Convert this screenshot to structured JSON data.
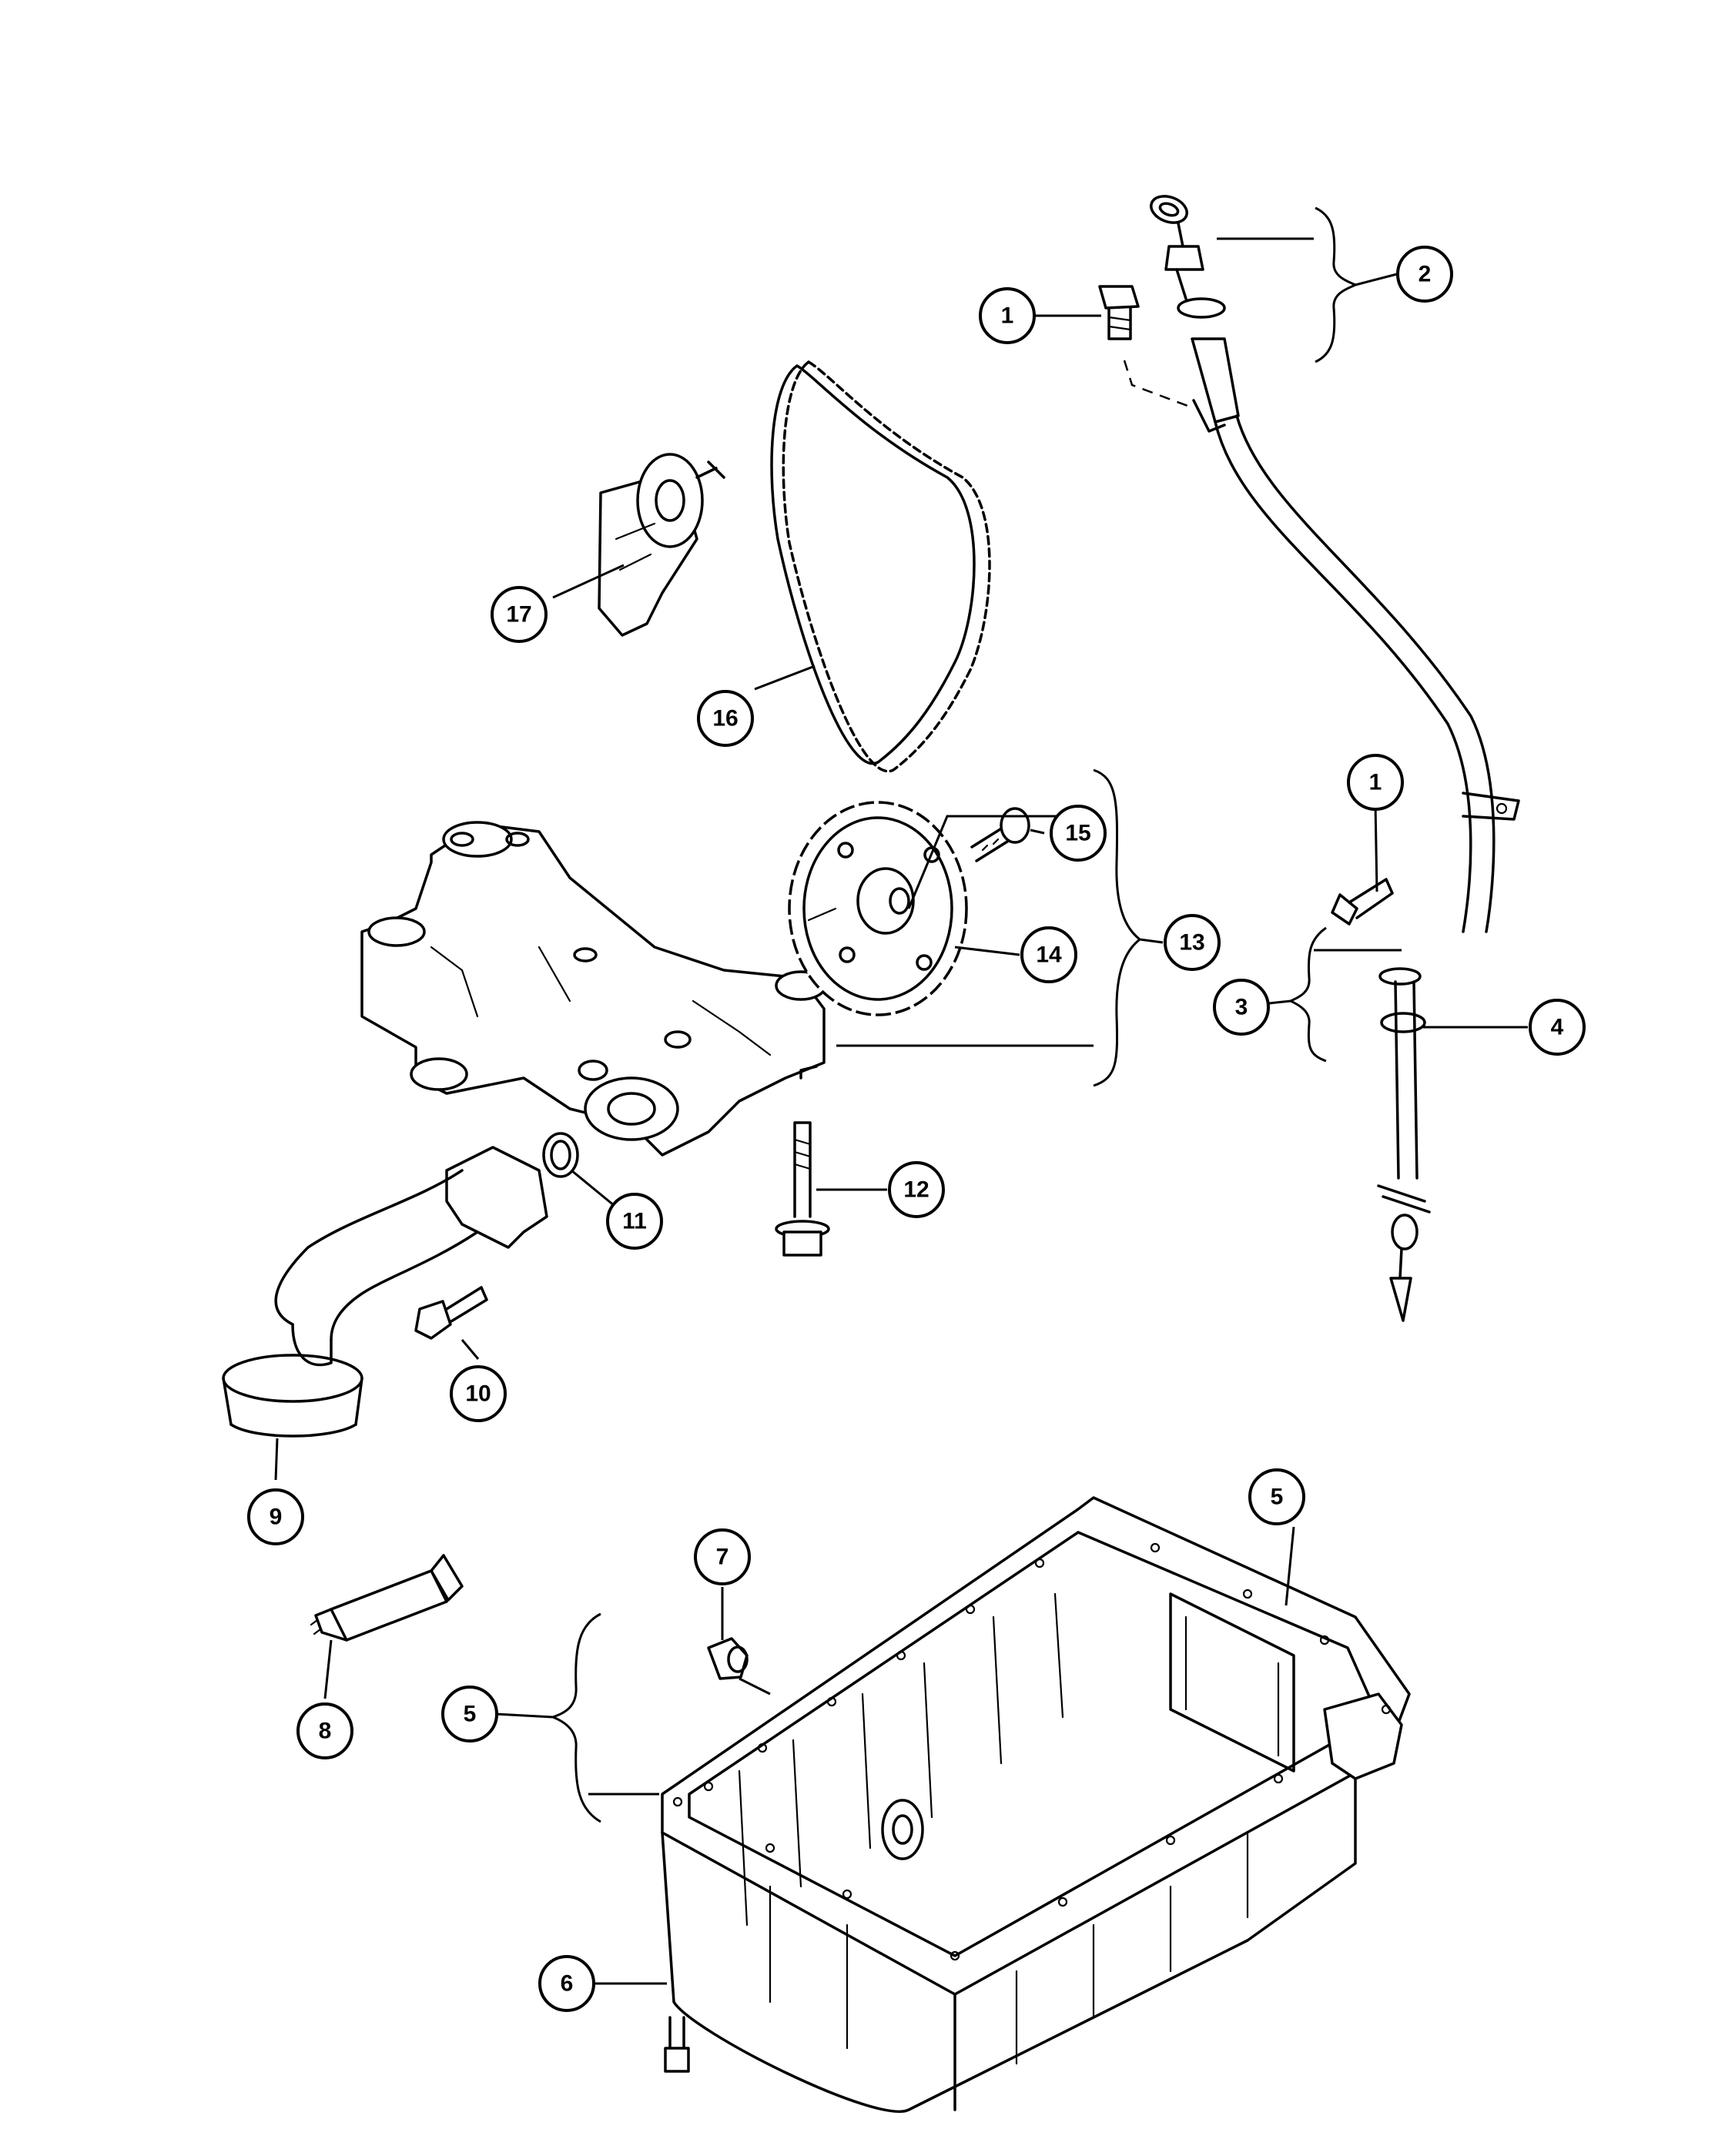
{
  "callouts": {
    "c1a": "1",
    "c1b": "1",
    "c2": "2",
    "c3": "3",
    "c4": "4",
    "c5a": "5",
    "c5b": "5",
    "c6": "6",
    "c7": "7",
    "c8": "8",
    "c9": "9",
    "c10": "10",
    "c11": "11",
    "c12": "12",
    "c13": "13",
    "c14": "14",
    "c15": "15",
    "c16": "16",
    "c17": "17"
  }
}
